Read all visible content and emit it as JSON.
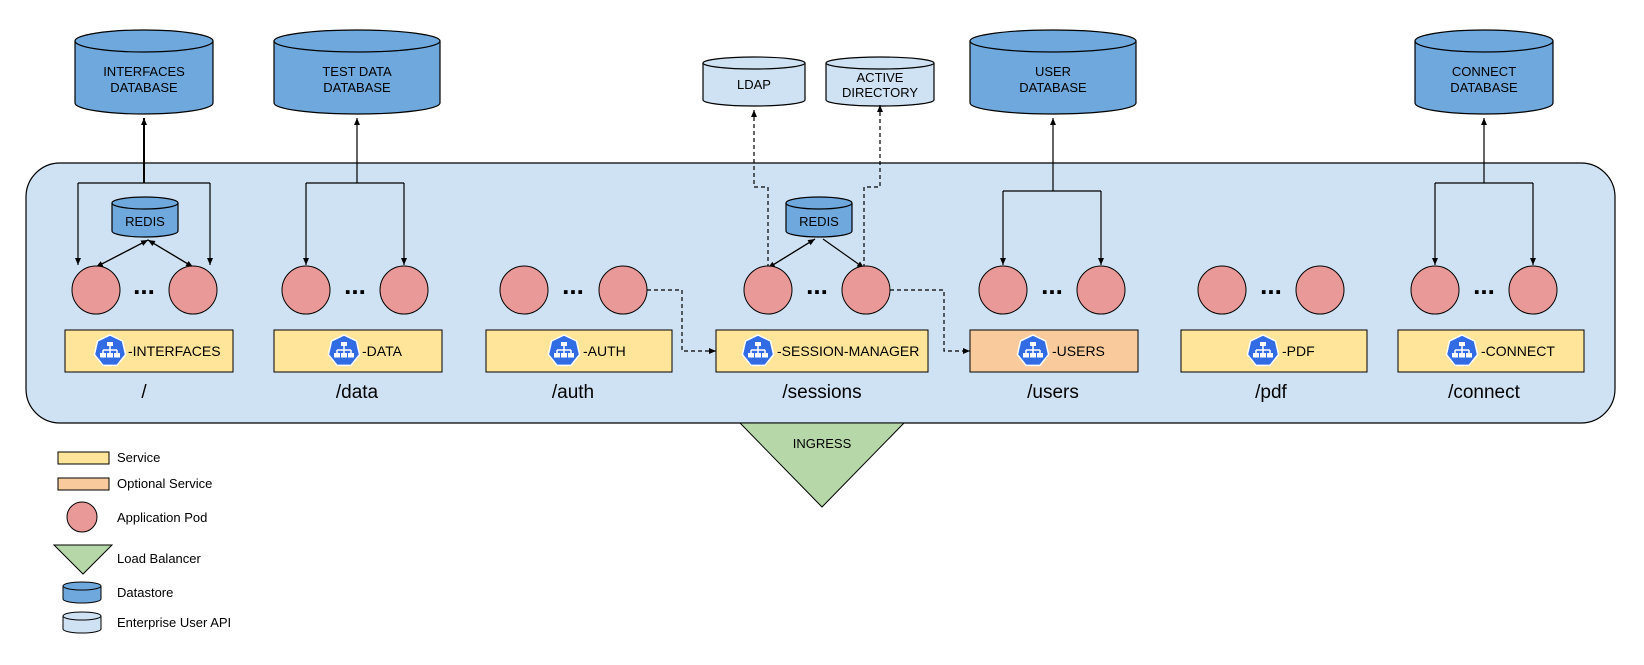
{
  "databases": {
    "interfaces": [
      "INTERFACES",
      "DATABASE"
    ],
    "test_data": [
      "TEST DATA",
      "DATABASE"
    ],
    "user": [
      "USER",
      "DATABASE"
    ],
    "connect": [
      "CONNECT",
      "DATABASE"
    ]
  },
  "enterprise_apis": {
    "ldap": [
      "LDAP"
    ],
    "active_directory": [
      "ACTIVE",
      "DIRECTORY"
    ]
  },
  "redis_label": "REDIS",
  "ellipsis": "...",
  "services": [
    {
      "id": "interfaces",
      "label": "-INTERFACES",
      "route": "/",
      "optional": false
    },
    {
      "id": "data",
      "label": "-DATA",
      "route": "/data",
      "optional": false
    },
    {
      "id": "auth",
      "label": "-AUTH",
      "route": "/auth",
      "optional": false
    },
    {
      "id": "session-manager",
      "label": "-SESSION-MANAGER",
      "route": "/sessions",
      "optional": false
    },
    {
      "id": "users",
      "label": "-USERS",
      "route": "/users",
      "optional": true
    },
    {
      "id": "pdf",
      "label": "-PDF",
      "route": "/pdf",
      "optional": false
    },
    {
      "id": "connect",
      "label": "-CONNECT",
      "route": "/connect",
      "optional": false
    }
  ],
  "ingress_label": "INGRESS",
  "legend": [
    {
      "label": "Service",
      "symbol": "service"
    },
    {
      "label": "Optional Service",
      "symbol": "optional-service"
    },
    {
      "label": "Application Pod",
      "symbol": "pod"
    },
    {
      "label": "Load Balancer",
      "symbol": "load-balancer"
    },
    {
      "label": "Datastore",
      "symbol": "datastore"
    },
    {
      "label": "Enterprise User API",
      "symbol": "enterprise-api"
    }
  ],
  "colors": {
    "cluster_fill": "#cfe2f3",
    "datastore_fill": "#6fa8dc",
    "api_fill": "#cfe2f3",
    "service_fill": "#ffe599",
    "optional_fill": "#f9cb9c",
    "pod_fill": "#ea9999",
    "ingress_fill": "#b6d7a8",
    "k8s_icon": "#326ce5"
  }
}
